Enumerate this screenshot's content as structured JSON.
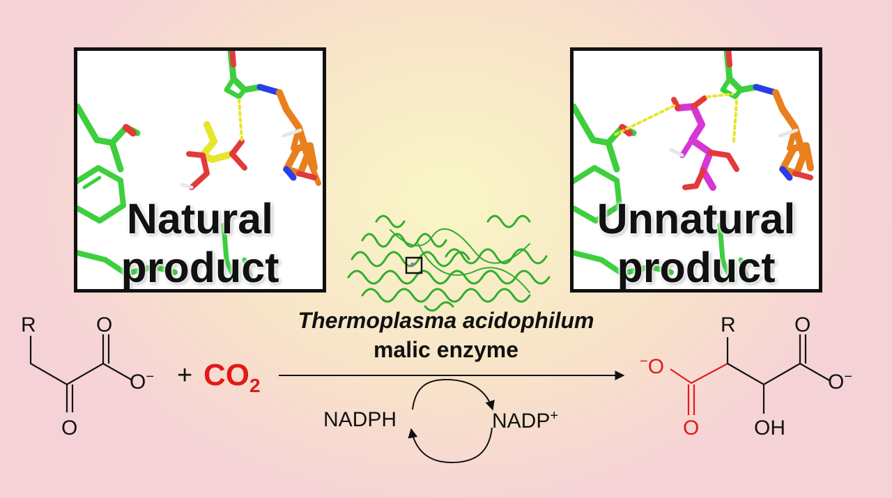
{
  "panels": {
    "left": {
      "caption_line1": "Natural",
      "caption_line2": "product"
    },
    "right": {
      "caption_line1": "Unnatural",
      "caption_line2": "product"
    }
  },
  "enzyme": {
    "organism": "Thermoplasma acidophilum",
    "name": "malic enzyme"
  },
  "reaction": {
    "reactant": {
      "r_group": "R",
      "keto_o": "O",
      "carboxyl_o": "O",
      "carboxylate": "O-"
    },
    "plus": "+",
    "co2": "CO",
    "co2_sub": "2",
    "cofactor_in": "NADPH",
    "cofactor_out": "NADP+",
    "product": {
      "r_group": "R",
      "new_carboxylate": "-O",
      "new_carbonyl_o": "O",
      "carboxyl_o": "O",
      "carboxylate": "O-",
      "hydroxyl": "OH"
    }
  },
  "colors": {
    "new_carbon_red": "#e01a1a",
    "carbon_green": "#3dcf3d",
    "substrate_yellow": "#e6e62a",
    "product_magenta": "#d636d6",
    "nadph_orange": "#e8801e",
    "oxygen_red": "#e23a3a",
    "nitrogen_blue": "#2a3ee8"
  }
}
